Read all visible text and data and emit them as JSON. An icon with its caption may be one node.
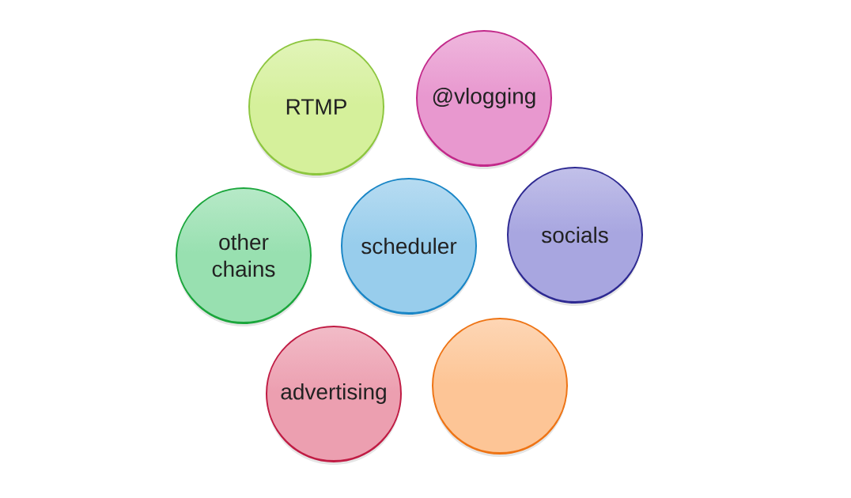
{
  "diagram": {
    "nodes": [
      {
        "text": [
          "RTMP"
        ]
      },
      {
        "text": [
          "@vlogging"
        ]
      },
      {
        "text": [
          "other chains"
        ]
      },
      {
        "text": [
          "scheduler"
        ]
      },
      {
        "text": [
          "socials"
        ]
      },
      {
        "text": [
          "advertising"
        ]
      },
      {
        "text": [],
        "shape": "circle"
      }
    ]
  }
}
